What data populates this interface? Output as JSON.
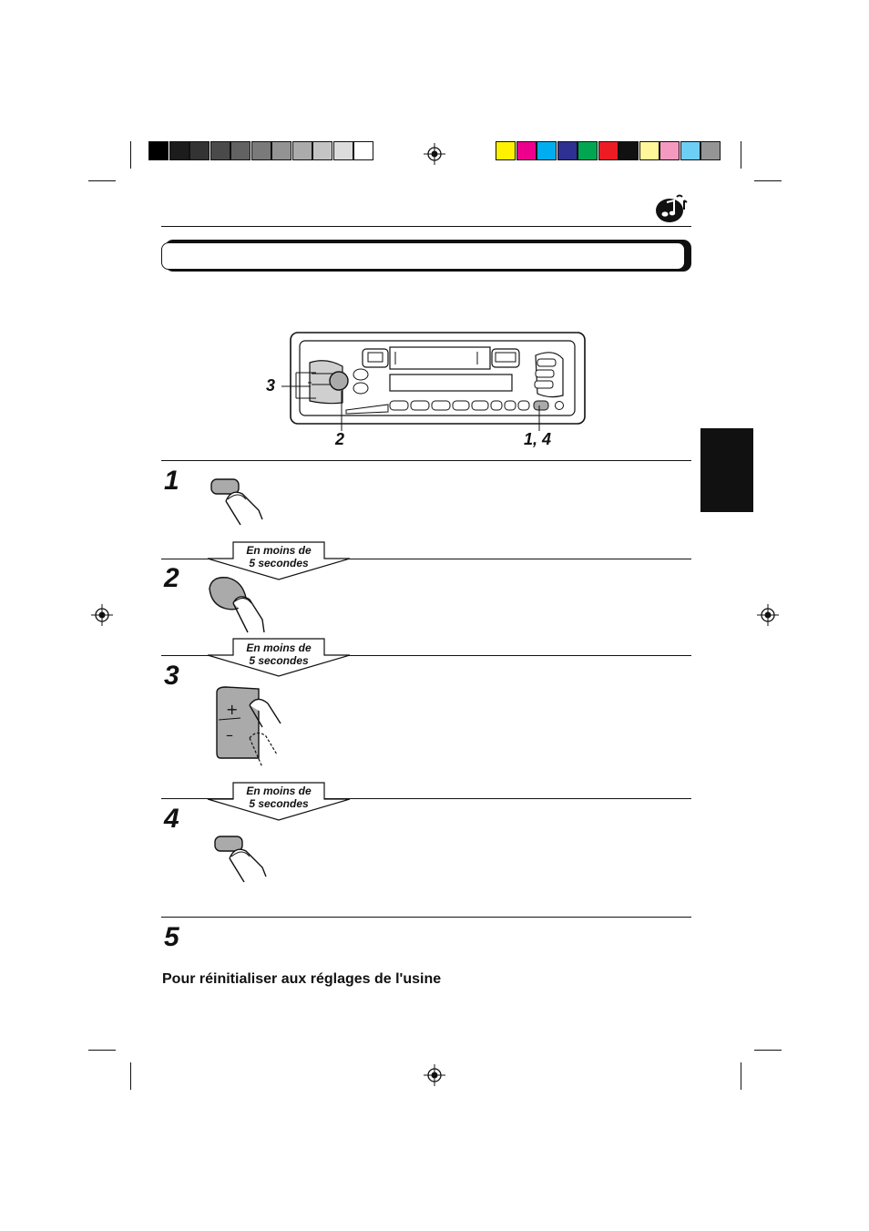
{
  "registration": {
    "gray_swatches": [
      "#000000",
      "#1c1c1c",
      "#333333",
      "#4a4a4a",
      "#626262",
      "#7a7a7a",
      "#939393",
      "#ababab",
      "#c4c4c4",
      "#dcdcdc",
      "#ffffff"
    ],
    "color_swatches": [
      "#fff200",
      "#ec008c",
      "#00aeef",
      "#2e3192",
      "#00a651",
      "#ed1c24",
      "#111111",
      "#fff799",
      "#f49ac1",
      "#6dcff6",
      "#959595"
    ]
  },
  "diagram": {
    "callout_3": "3",
    "callout_2": "2",
    "callout_14": "1, 4"
  },
  "steps": [
    {
      "number": "1"
    },
    {
      "number": "2"
    },
    {
      "number": "3"
    },
    {
      "number": "4"
    },
    {
      "number": "5"
    }
  ],
  "banners": [
    {
      "line1": "En moins de",
      "line2": "5 secondes"
    },
    {
      "line1": "En moins de",
      "line2": "5 secondes"
    },
    {
      "line1": "En moins de",
      "line2": "5 secondes"
    }
  ],
  "section": {
    "title": "Pour réinitialiser aux réglages de l'usine"
  },
  "icons": {
    "header_icon": "music-note-sound-icon",
    "registration_mark": "crosshair-registration-icon"
  }
}
